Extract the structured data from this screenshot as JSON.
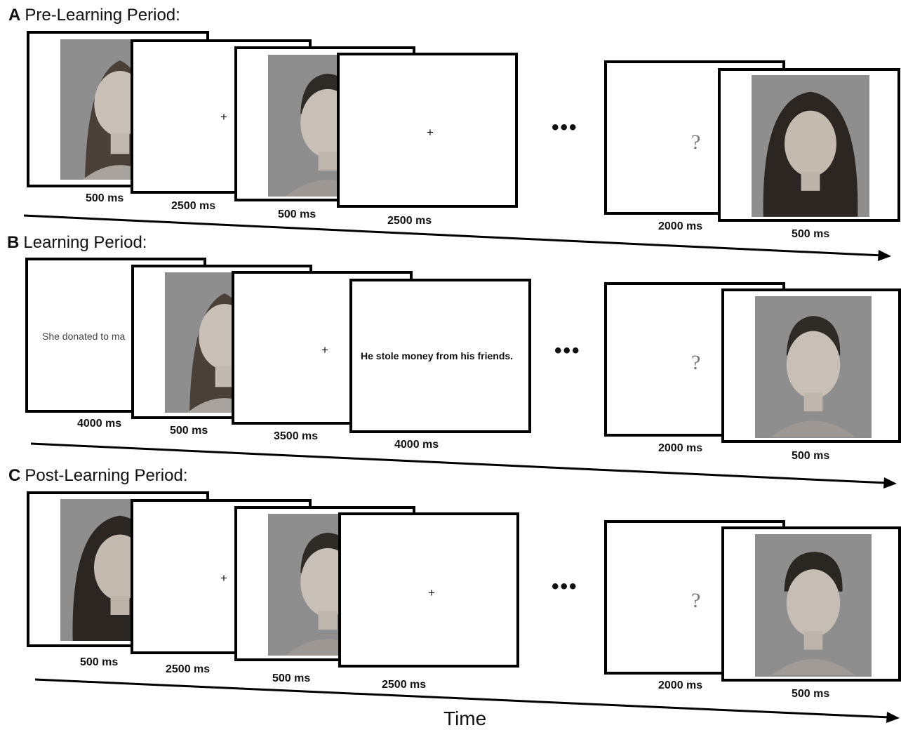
{
  "panels": [
    {
      "letter": "A",
      "title": "Pre-Learning Period:",
      "durations": [
        "500 ms",
        "2500 ms",
        "500 ms",
        "2500 ms",
        "2000 ms",
        "500 ms"
      ],
      "fixation": "+",
      "question": "?",
      "ellipsis": "•••"
    },
    {
      "letter": "B",
      "title": "Learning Period:",
      "durations": [
        "4000 ms",
        "500 ms",
        "3500 ms",
        "4000 ms",
        "2000 ms",
        "500 ms"
      ],
      "sentence_partial": "She donated to ma",
      "sentence_full": "He stole money from his friends.",
      "fixation": "+",
      "question": "?",
      "ellipsis": "•••"
    },
    {
      "letter": "C",
      "title": "Post-Learning Period:",
      "durations": [
        "500 ms",
        "2500 ms",
        "500 ms",
        "2500 ms",
        "2000 ms",
        "500 ms"
      ],
      "fixation": "+",
      "question": "?",
      "ellipsis": "•••"
    }
  ],
  "axis_label": "Time"
}
